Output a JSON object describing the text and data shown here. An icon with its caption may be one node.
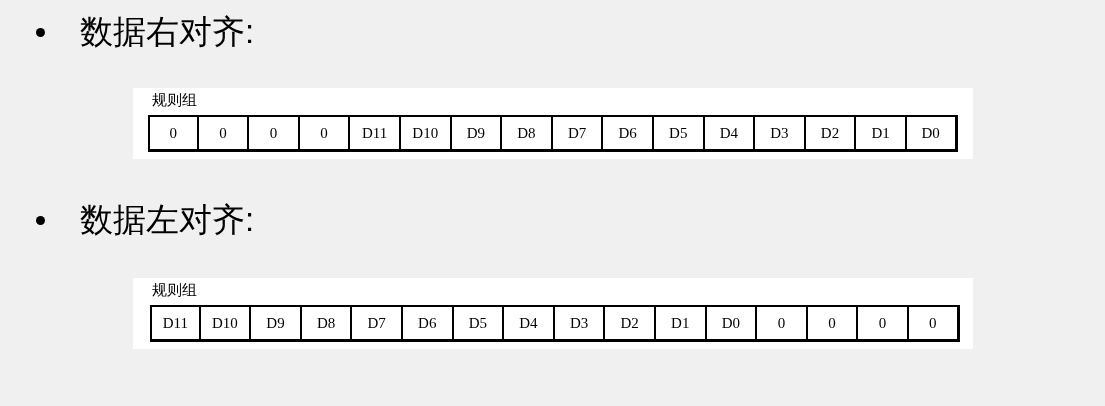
{
  "diagram": {
    "labels": [
      "数据右对齐:",
      "规则组",
      "0",
      "0",
      "0",
      "0",
      "D11",
      "D10",
      "D9",
      "D8",
      "D7",
      "D6",
      "D5",
      "D4",
      "D3",
      "D2",
      "D1",
      "D0",
      "数据左对齐:",
      "规则组",
      "D11",
      "D10",
      "D9",
      "D8",
      "D7",
      "D6",
      "D5",
      "D4",
      "D3",
      "D2",
      "D1",
      "D0",
      "0",
      "0",
      "0",
      "0"
    ]
  }
}
